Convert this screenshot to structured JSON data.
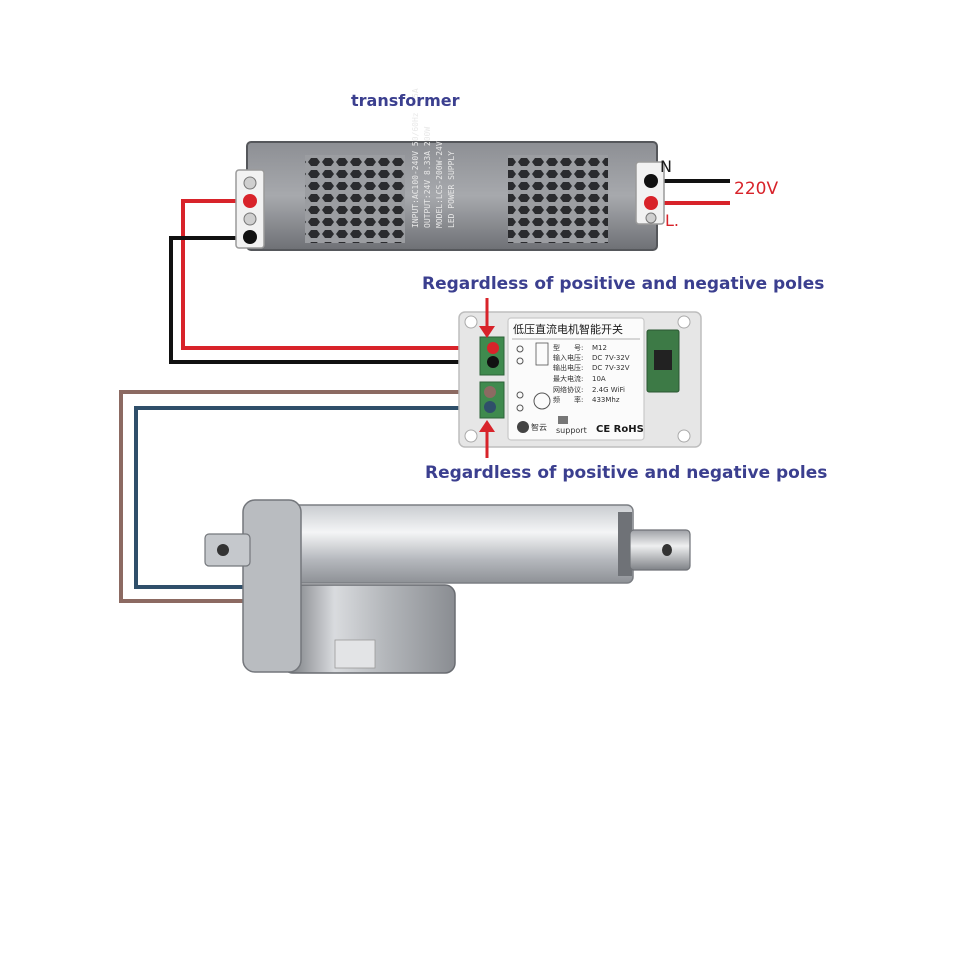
{
  "labels": {
    "transformer": "transformer",
    "poles_top": "Regardless of positive and negative poles",
    "poles_bottom": "Regardless of positive and negative poles",
    "neutral": "N",
    "live": "L.",
    "voltage": "220V"
  },
  "psu_label": {
    "lines": [
      "INPUT:AC100-240V 50/60Hz 1.5A",
      "OUTPUT:24V  8.33A  200W",
      "MODEL:LCS-200W-24V",
      "LED POWER SUPPLY"
    ]
  },
  "controller": {
    "title": "低压直流电机智能开关",
    "specs": [
      {
        "k": "型　　号:",
        "v": "M12"
      },
      {
        "k": "输入电压:",
        "v": "DC 7V-32V"
      },
      {
        "k": "输出电压:",
        "v": "DC 7V-32V"
      },
      {
        "k": "最大电流:",
        "v": "10A"
      },
      {
        "k": "网络协议:",
        "v": "2.4G  WiFi"
      },
      {
        "k": "频　　率:",
        "v": "433Mhz"
      }
    ],
    "brand": "智云",
    "support": "support",
    "marks": "CE RoHS"
  },
  "colors": {
    "red_wire": "#d8232a",
    "black_wire": "#111111",
    "brown_wire": "#8c6a62",
    "blue_wire": "#2f4f6a",
    "label_blue": "#3b3f8f"
  }
}
